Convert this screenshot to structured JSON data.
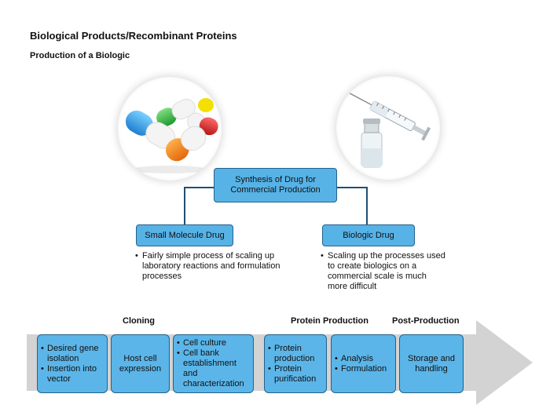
{
  "header": {
    "title": "Biological Products/Recombinant Proteins",
    "subtitle": "Production of a Biologic"
  },
  "images": {
    "left": "pills-capsules-photo",
    "right": "syringe-vial-photo"
  },
  "diagram": {
    "root": "Synthesis of Drug for Commercial Production",
    "branches": [
      {
        "label": "Small Molecule Drug",
        "notes": [
          "Fairly simple process of scaling up laboratory reactions and formulation processes"
        ]
      },
      {
        "label": "Biologic Drug",
        "notes": [
          "Scaling up the processes used to create biologics on a commercial scale is much more difficult"
        ]
      }
    ]
  },
  "process": {
    "stages": [
      "Cloning",
      "Protein Production",
      "Post-Production"
    ],
    "steps": [
      {
        "items": [
          "Desired gene isolation",
          "Insertion into vector"
        ]
      },
      {
        "text": "Host cell expression"
      },
      {
        "items": [
          "Cell culture",
          "Cell bank establishment and characterization"
        ]
      },
      {
        "items": [
          "Protein production",
          "Protein purification"
        ]
      },
      {
        "items": [
          "Analysis",
          "Formulation"
        ]
      },
      {
        "text": "Storage and handling"
      }
    ]
  },
  "colors": {
    "box_fill": "#57b2e6",
    "box_border": "#23628c",
    "connector": "#1f4f73",
    "arrow": "#d3d3d3"
  }
}
